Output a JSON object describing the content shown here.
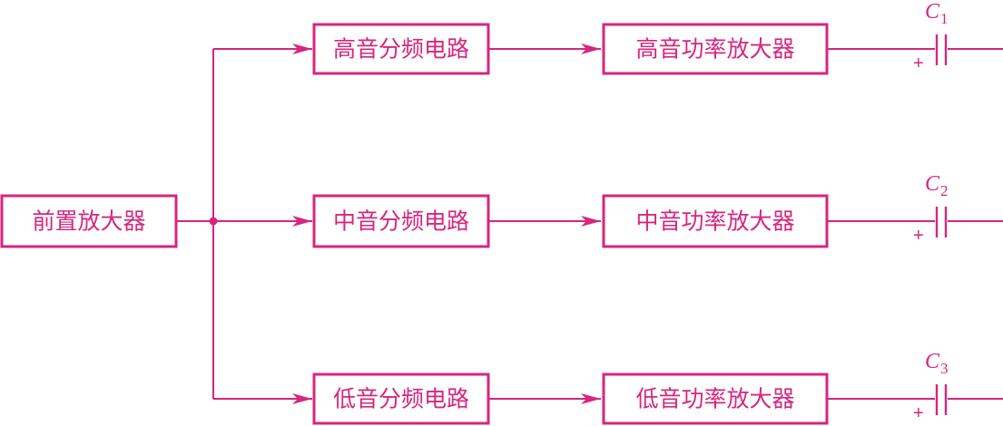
{
  "colors": {
    "line": "#d6267d",
    "background": "#ffffff"
  },
  "blocks": {
    "preamp": "前置放大器",
    "high_filter": "高音分频电路",
    "mid_filter": "中音分频电路",
    "low_filter": "低音分频电路",
    "high_amp": "高音功率放大器",
    "mid_amp": "中音功率放大器",
    "low_amp": "低音功率放大器"
  },
  "capacitors": [
    {
      "letter": "C",
      "sub": "1",
      "polarity": "+"
    },
    {
      "letter": "C",
      "sub": "2",
      "polarity": "+"
    },
    {
      "letter": "C",
      "sub": "3",
      "polarity": "+"
    }
  ]
}
